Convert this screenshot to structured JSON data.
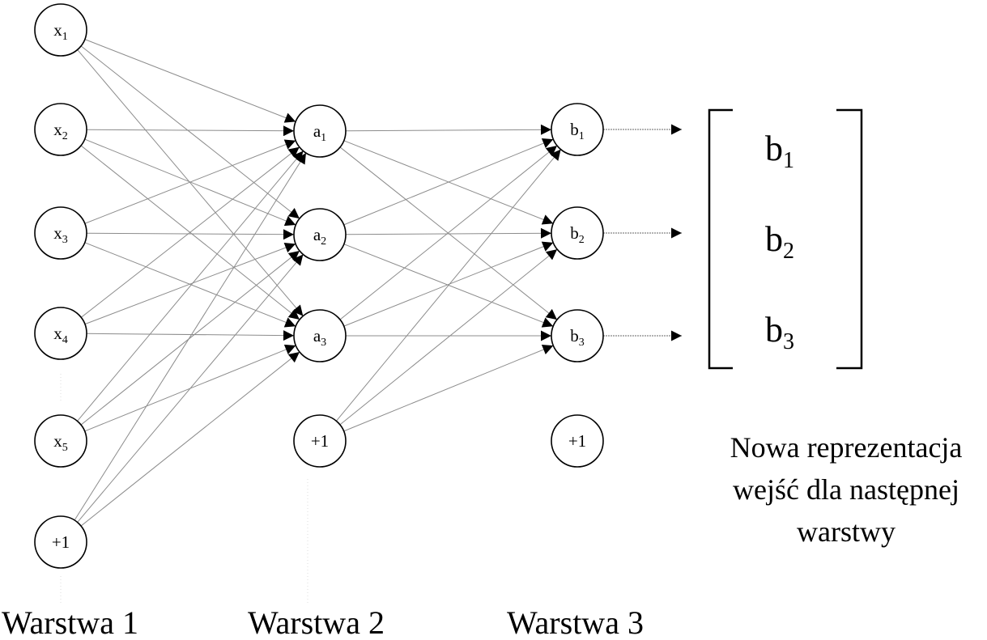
{
  "layers": [
    {
      "label": "Warstwa 1",
      "nodes": [
        {
          "id": "x1",
          "base": "x",
          "sub": "1"
        },
        {
          "id": "x2",
          "base": "x",
          "sub": "2"
        },
        {
          "id": "x3",
          "base": "x",
          "sub": "3"
        },
        {
          "id": "x4",
          "base": "x",
          "sub": "4"
        },
        {
          "id": "x5",
          "base": "x",
          "sub": "5"
        },
        {
          "id": "bias1",
          "base": "+1",
          "sub": ""
        }
      ]
    },
    {
      "label": "Warstwa 2",
      "nodes": [
        {
          "id": "a1",
          "base": "a",
          "sub": "1"
        },
        {
          "id": "a2",
          "base": "a",
          "sub": "2"
        },
        {
          "id": "a3",
          "base": "a",
          "sub": "3"
        },
        {
          "id": "bias2",
          "base": "+1",
          "sub": ""
        }
      ]
    },
    {
      "label": "Warstwa 3",
      "nodes": [
        {
          "id": "b1",
          "base": "b",
          "sub": "1"
        },
        {
          "id": "b2",
          "base": "b",
          "sub": "2"
        },
        {
          "id": "b3",
          "base": "b",
          "sub": "3"
        },
        {
          "id": "bias3",
          "base": "+1",
          "sub": ""
        }
      ]
    }
  ],
  "connections": [
    {
      "from": [
        "x1",
        "x2",
        "x3",
        "x4",
        "x5",
        "bias1"
      ],
      "to": [
        "a1",
        "a2",
        "a3"
      ]
    },
    {
      "from": [
        "a1",
        "a2",
        "a3",
        "bias2"
      ],
      "to": [
        "b1",
        "b2",
        "b3"
      ]
    }
  ],
  "output_vector": {
    "entries": [
      {
        "base": "b",
        "sub": "1"
      },
      {
        "base": "b",
        "sub": "2"
      },
      {
        "base": "b",
        "sub": "3"
      }
    ],
    "inputs_from": [
      "b1",
      "b2",
      "b3"
    ]
  },
  "caption": {
    "lines": [
      "Nowa reprezentacja",
      "wejść dla następnej",
      "warstwy"
    ]
  }
}
